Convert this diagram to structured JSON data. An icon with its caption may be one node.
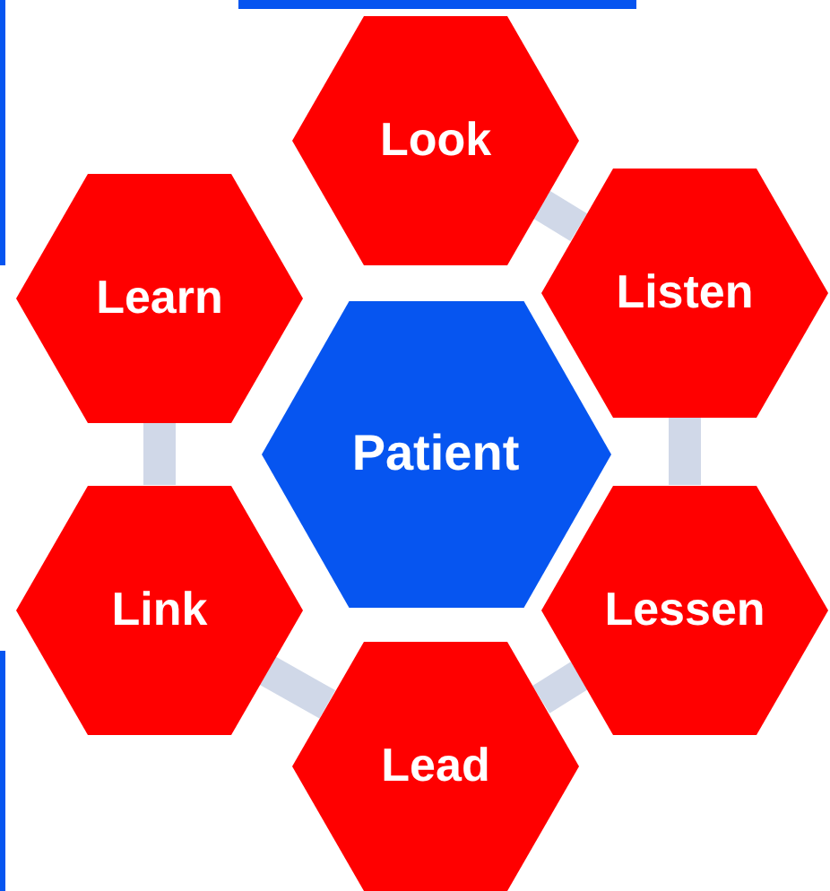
{
  "diagram": {
    "nodes": [
      {
        "text": [
          "Look"
        ]
      },
      {
        "text": [
          "Learn"
        ]
      },
      {
        "text": [
          "Listen"
        ]
      },
      {
        "text": [
          "Patient"
        ]
      },
      {
        "text": [
          "Link"
        ]
      },
      {
        "text": [
          "Lessen"
        ]
      },
      {
        "text": [
          "Lead"
        ]
      }
    ],
    "edges": [
      {
        "from": 0,
        "to": 2,
        "arrow": "none"
      },
      {
        "from": 2,
        "to": 5,
        "arrow": "none"
      },
      {
        "from": 5,
        "to": 6,
        "arrow": "none"
      },
      {
        "from": 6,
        "to": 4,
        "arrow": "none"
      },
      {
        "from": 4,
        "to": 1,
        "arrow": "none"
      }
    ]
  }
}
